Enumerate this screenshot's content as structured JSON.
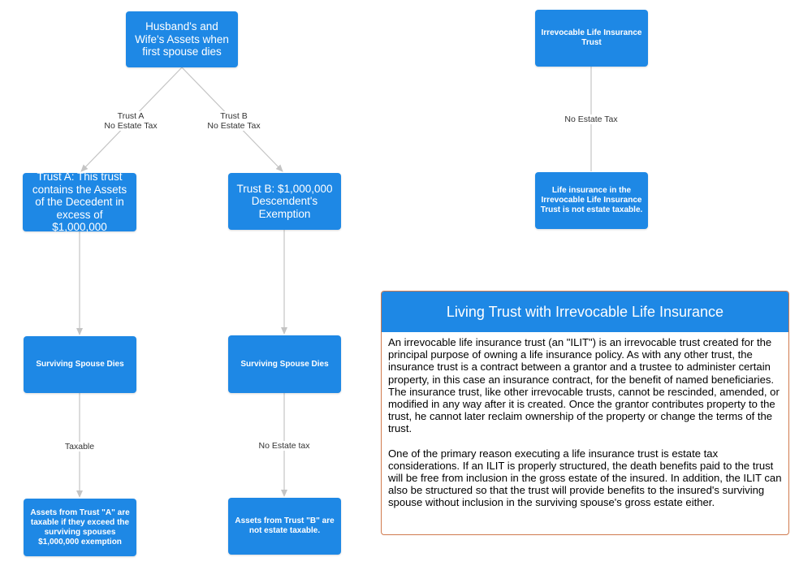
{
  "nodes": {
    "root": "Husband's and Wife's Assets when first spouse dies",
    "trust_a": "Trust A: This trust contains the Assets of the Decedent in excess of $1,000,000",
    "trust_b": "Trust B: $1,000,000 Descendent's Exemption",
    "surviving_a": "Surviving Spouse Dies",
    "surviving_b": "Surviving Spouse Dies",
    "assets_a": "Assets from Trust \"A\" are taxable if they exceed the surviving spouses $1,000,000 exemption",
    "assets_b": "Assets from Trust \"B\" are not estate taxable.",
    "ilit": "Irrevocable Life Insurance Trust",
    "ilit_result": "Life insurance in the Irrevocable Life Insurance Trust is not estate taxable."
  },
  "edge_labels": {
    "root_to_a_line1": "Trust A",
    "root_to_a_line2": "No Estate Tax",
    "root_to_b_line1": "Trust B",
    "root_to_b_line2": "No Estate Tax",
    "a_to_assets": "Taxable",
    "b_to_assets": "No Estate tax",
    "ilit_to_result": "No Estate Tax"
  },
  "panel": {
    "title": "Living Trust with Irrevocable Life Insurance",
    "paragraph1": "An irrevocable life insurance trust (an \"ILIT\") is an irrevocable trust created for the principal purpose of owning a life insurance policy. As with any other trust, the insurance trust is a contract between a grantor and a trustee to administer certain property, in this case an insurance contract, for the benefit of named beneficiaries. The insurance trust, like other irrevocable trusts, cannot be rescinded, amended, or modified in any way after it is created. Once the grantor contributes property to the trust, he cannot later reclaim ownership of the property or change the terms of the trust.",
    "paragraph2": "One of the primary reason executing a life insurance trust is estate tax considerations. If an ILIT is properly structured, the death benefits paid to the trust will be free from inclusion in the gross estate of the insured. In addition, the ILIT can also be structured so that the trust will provide benefits to the insured's surviving spouse without inclusion in the surviving spouse's gross estate either."
  },
  "colors": {
    "node_fill": "#1e88e5",
    "node_text": "#ffffff",
    "edge": "#c4c4c4",
    "panel_border": "#d07a4e"
  }
}
